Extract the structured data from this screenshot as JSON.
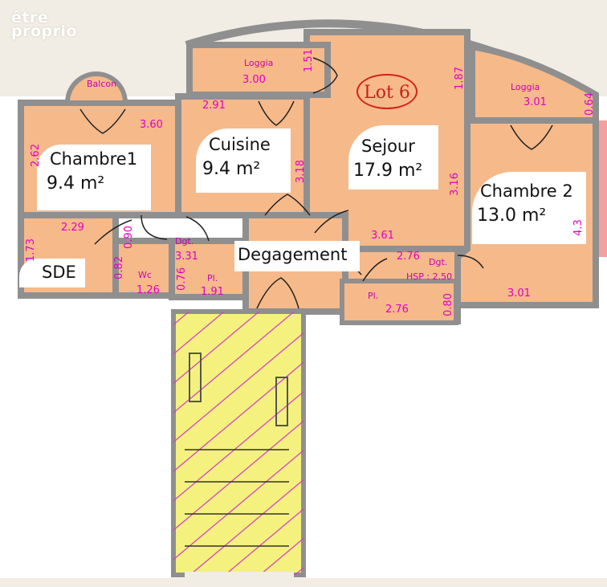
{
  "watermark": [
    "être",
    "proprio"
  ],
  "lot": "Lot 6",
  "rooms": {
    "chambre1": {
      "name": "Chambre1",
      "area": "9.4 m²"
    },
    "cuisine": {
      "name": "Cuisine",
      "area": "9.4 m²"
    },
    "sejour": {
      "name": "Sejour",
      "area": "17.9 m²"
    },
    "chambre2": {
      "name": "Chambre 2",
      "area": "13.0 m²"
    },
    "degagement": {
      "name": "Degagement"
    },
    "sde": {
      "name": "SDE"
    }
  },
  "small_labels": {
    "balcon": "Balcon",
    "loggia_left": "Loggia",
    "loggia_right": "Loggia",
    "wc": "Wc",
    "pl_left": "Pl.",
    "pl_right": "Pl.",
    "dgt_left": "Dgt.",
    "dgt_right": "Dgt.",
    "hsp": "HSP : 2.50"
  },
  "dimensions": {
    "balcon_width": "3.60",
    "loggia_left_width": "3.00",
    "loggia_left_depth": "1.51",
    "loggia_right_width": "3.01",
    "loggia_right_depth": "0.64",
    "sejour_top_side": "1.87",
    "cuisine_top": "2.91",
    "cuisine_side": "3.18",
    "sejour_side": "3.16",
    "sejour_bottom": "3.61",
    "chambre1_side": "2.62",
    "sde_top": "2.29",
    "sde_side": "1.73",
    "wc_door": "0.90",
    "wc_side": "0.82",
    "wc_bottom": "1.26",
    "dgt_left": "3.31",
    "pl_left_side": "0.76",
    "pl_left_bottom": "1.91",
    "dgt_right_top": "2.76",
    "pl_right_bottom": "2.76",
    "pl_right_side": "0.80",
    "chambre2_bottom": "3.01",
    "chambre2_side": "4.3"
  },
  "colors": {
    "room_fill": "#f6b98a",
    "wall": "#8f8f8f",
    "dimension_text": "#e000c8",
    "stair_fill": "#f4f17e",
    "stair_hatch": "#d03cc8",
    "lot_marker": "#d2231c"
  }
}
